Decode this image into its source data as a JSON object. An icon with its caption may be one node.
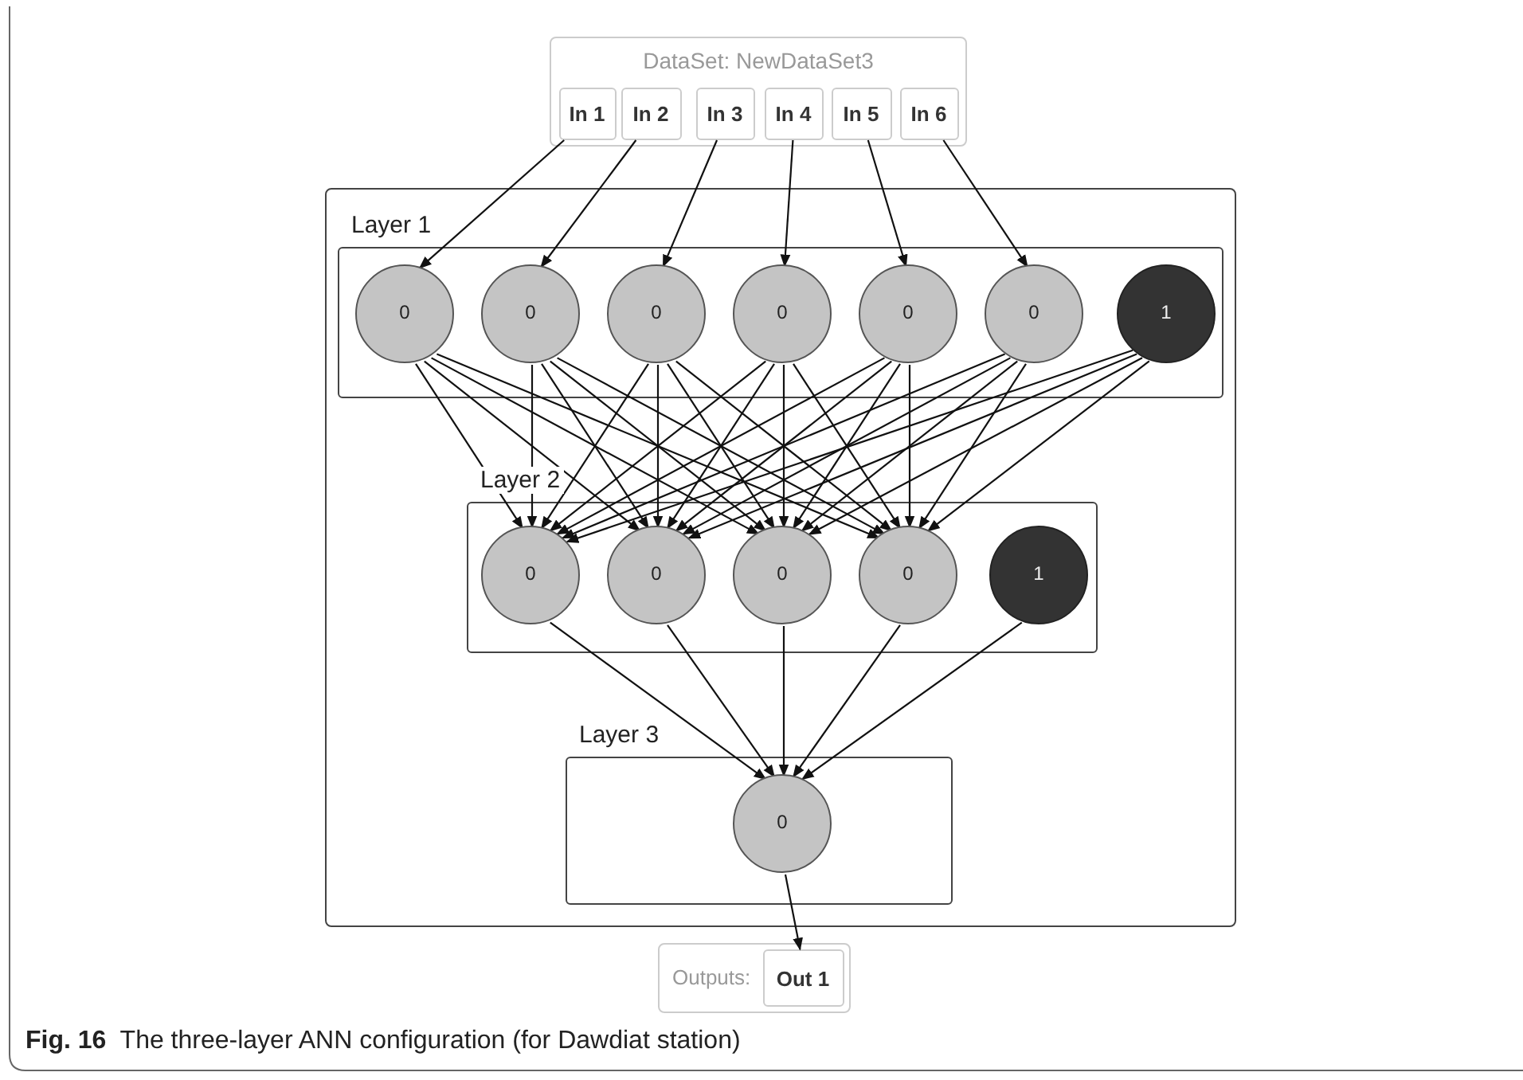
{
  "diagram": {
    "caption": "**Fig. 16**  The three-layer ANN configuration (for Dawdiat station)",
    "nodes": [
      {
        "text": [
          "DataSet: NewDataSet3"
        ]
      },
      {
        "text": [
          "In 1"
        ],
        "in": 0
      },
      {
        "text": [
          "In 2"
        ],
        "in": 0
      },
      {
        "text": [
          "In 3"
        ],
        "in": 0
      },
      {
        "text": [
          "In 4"
        ],
        "in": 0
      },
      {
        "text": [
          "In 5"
        ],
        "in": 0
      },
      {
        "text": [
          "In 6"
        ],
        "in": 0
      },
      {
        "text": [],
        "shape": "box"
      },
      {
        "text": [
          "Layer 1"
        ],
        "in": 7
      },
      {
        "text": [
          "0"
        ],
        "in": 8
      },
      {
        "text": [
          "0"
        ],
        "in": 8
      },
      {
        "text": [
          "0"
        ],
        "in": 8
      },
      {
        "text": [
          "0"
        ],
        "in": 8
      },
      {
        "text": [
          "0"
        ],
        "in": 8
      },
      {
        "text": [
          "0"
        ],
        "in": 8
      },
      {
        "text": [
          "1"
        ],
        "in": 8
      },
      {
        "text": [
          "Layer 2"
        ],
        "in": 7
      },
      {
        "text": [
          "0"
        ],
        "in": 16
      },
      {
        "text": [
          "0"
        ],
        "in": 16
      },
      {
        "text": [
          "0"
        ],
        "in": 16
      },
      {
        "text": [
          "0"
        ],
        "in": 16
      },
      {
        "text": [
          "1"
        ],
        "in": 16
      },
      {
        "text": [
          "Layer 3"
        ],
        "in": 7
      },
      {
        "text": [
          "0"
        ],
        "in": 22
      },
      {
        "text": [
          "Outputs:"
        ]
      },
      {
        "text": [
          "Out 1"
        ],
        "in": 24
      }
    ],
    "edges": [
      {
        "from": 1,
        "to": 9,
        "arrow": "to"
      },
      {
        "from": 2,
        "to": 10,
        "arrow": "to"
      },
      {
        "from": 3,
        "to": 11,
        "arrow": "to"
      },
      {
        "from": 4,
        "to": 12,
        "arrow": "to"
      },
      {
        "from": 5,
        "to": 13,
        "arrow": "to"
      },
      {
        "from": 6,
        "to": 14,
        "arrow": "to"
      },
      {
        "from": 9,
        "to": 17,
        "arrow": "to"
      },
      {
        "from": 9,
        "to": 18,
        "arrow": "to"
      },
      {
        "from": 9,
        "to": 19,
        "arrow": "to"
      },
      {
        "from": 9,
        "to": 20,
        "arrow": "to"
      },
      {
        "from": 10,
        "to": 17,
        "arrow": "to"
      },
      {
        "from": 10,
        "to": 18,
        "arrow": "to"
      },
      {
        "from": 10,
        "to": 19,
        "arrow": "to"
      },
      {
        "from": 10,
        "to": 20,
        "arrow": "to"
      },
      {
        "from": 11,
        "to": 17,
        "arrow": "to"
      },
      {
        "from": 11,
        "to": 18,
        "arrow": "to"
      },
      {
        "from": 11,
        "to": 19,
        "arrow": "to"
      },
      {
        "from": 11,
        "to": 20,
        "arrow": "to"
      },
      {
        "from": 12,
        "to": 17,
        "arrow": "to"
      },
      {
        "from": 12,
        "to": 18,
        "arrow": "to"
      },
      {
        "from": 12,
        "to": 19,
        "arrow": "to"
      },
      {
        "from": 12,
        "to": 20,
        "arrow": "to"
      },
      {
        "from": 13,
        "to": 17,
        "arrow": "to"
      },
      {
        "from": 13,
        "to": 18,
        "arrow": "to"
      },
      {
        "from": 13,
        "to": 19,
        "arrow": "to"
      },
      {
        "from": 13,
        "to": 20,
        "arrow": "to"
      },
      {
        "from": 14,
        "to": 17,
        "arrow": "to"
      },
      {
        "from": 14,
        "to": 18,
        "arrow": "to"
      },
      {
        "from": 14,
        "to": 19,
        "arrow": "to"
      },
      {
        "from": 14,
        "to": 20,
        "arrow": "to"
      },
      {
        "from": 15,
        "to": 17,
        "arrow": "to"
      },
      {
        "from": 15,
        "to": 18,
        "arrow": "to"
      },
      {
        "from": 15,
        "to": 19,
        "arrow": "to"
      },
      {
        "from": 15,
        "to": 20,
        "arrow": "to"
      },
      {
        "from": 17,
        "to": 23,
        "arrow": "to"
      },
      {
        "from": 18,
        "to": 23,
        "arrow": "to"
      },
      {
        "from": 19,
        "to": 23,
        "arrow": "to"
      },
      {
        "from": 20,
        "to": 23,
        "arrow": "to"
      },
      {
        "from": 21,
        "to": 23,
        "arrow": "to"
      },
      {
        "from": 23,
        "to": 25,
        "arrow": "to"
      }
    ]
  }
}
